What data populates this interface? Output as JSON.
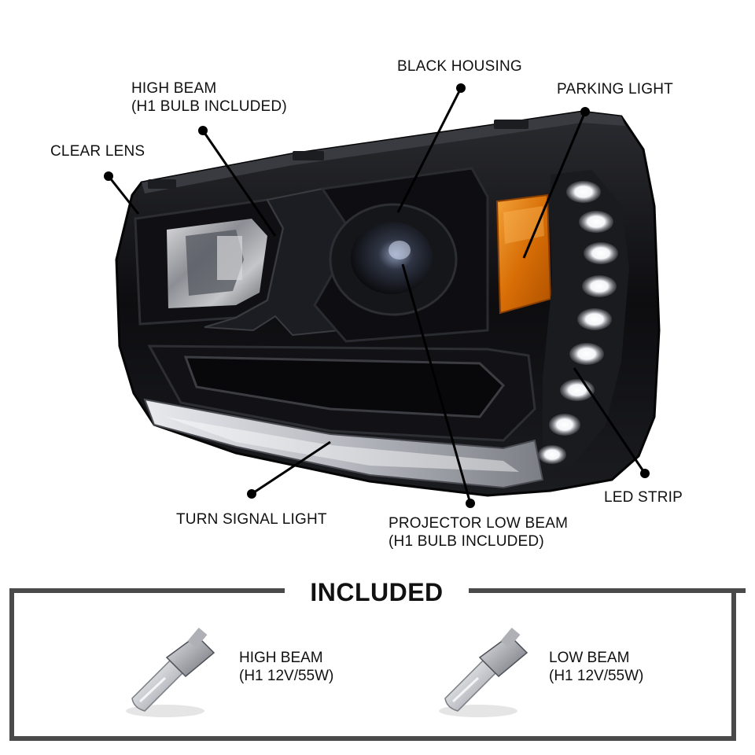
{
  "callouts": {
    "high_beam": {
      "line1": "HIGH BEAM",
      "line2": "(H1 BULB INCLUDED)"
    },
    "clear_lens": {
      "line1": "CLEAR LENS"
    },
    "black_housing": {
      "line1": "BLACK HOUSING"
    },
    "parking_light": {
      "line1": "PARKING LIGHT"
    },
    "led_strip": {
      "line1": "LED STRIP"
    },
    "turn_signal": {
      "line1": "TURN SIGNAL LIGHT"
    },
    "projector_low_beam": {
      "line1": "PROJECTOR LOW BEAM",
      "line2": "(H1 BULB INCLUDED)"
    }
  },
  "included": {
    "title": "INCLUDED",
    "items": [
      {
        "line1": "HIGH BEAM",
        "line2": "(H1 12V/55W)"
      },
      {
        "line1": "LOW BEAM",
        "line2": "(H1 12V/55W)"
      }
    ]
  },
  "colors": {
    "housing": "#0c0c0e",
    "amber": "#e07a10",
    "led": "#ffffff",
    "frame": "#4a4a4a"
  }
}
